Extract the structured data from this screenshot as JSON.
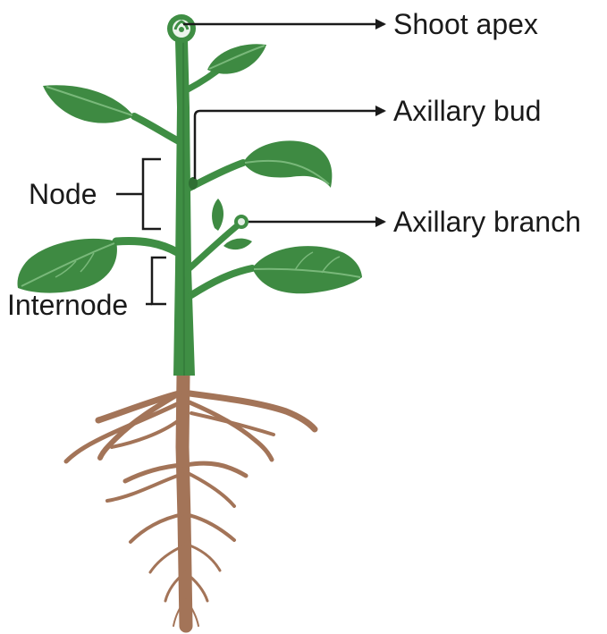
{
  "labels": {
    "shoot_apex": "Shoot apex",
    "axillary_bud": "Axillary bud",
    "axillary_branch": "Axillary branch",
    "node": "Node",
    "internode": "Internode"
  },
  "colors": {
    "leaf": "#3e8a42",
    "leaf_dark": "#2f6f33",
    "leaf_vein": "#79b87a",
    "stem": "#3f8e44",
    "stem_dark": "#2e7033",
    "root": "#a37458",
    "line": "#1a1a1a"
  },
  "icons": {
    "pointer": "arrow-right-icon",
    "grouping": "bracket-icon"
  }
}
